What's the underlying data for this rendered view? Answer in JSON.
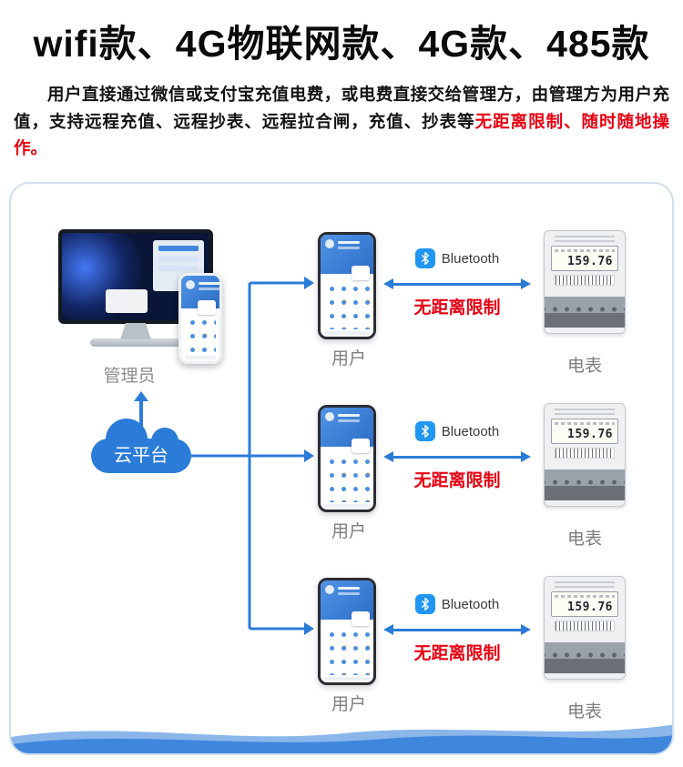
{
  "title": "wifi款、4G物联网款、4G款、485款",
  "intro": {
    "text": "用户直接通过微信或支付宝充值电费，或电费直接交给管理方，由管理方为用户充值，支持远程充值、远程抄表、远程拉合闸，充值、抄表等",
    "highlight": "无距离限制、随时随地操作。"
  },
  "diagram": {
    "admin_label": "管理员",
    "cloud_label": "云平台",
    "rows": [
      {
        "user_label": "用户",
        "bluetooth_label": "Bluetooth",
        "restriction_label": "无距离限制",
        "meter_label": "电表",
        "meter_value": "159.76"
      },
      {
        "user_label": "用户",
        "bluetooth_label": "Bluetooth",
        "restriction_label": "无距离限制",
        "meter_label": "电表",
        "meter_value": "159.76"
      },
      {
        "user_label": "用户",
        "bluetooth_label": "Bluetooth",
        "restriction_label": "无距离限制",
        "meter_label": "电表",
        "meter_value": "159.76"
      }
    ]
  },
  "colors": {
    "accent_blue": "#2b7cd8",
    "bluetooth_blue": "#2196f3",
    "highlight_red": "#e60012"
  }
}
